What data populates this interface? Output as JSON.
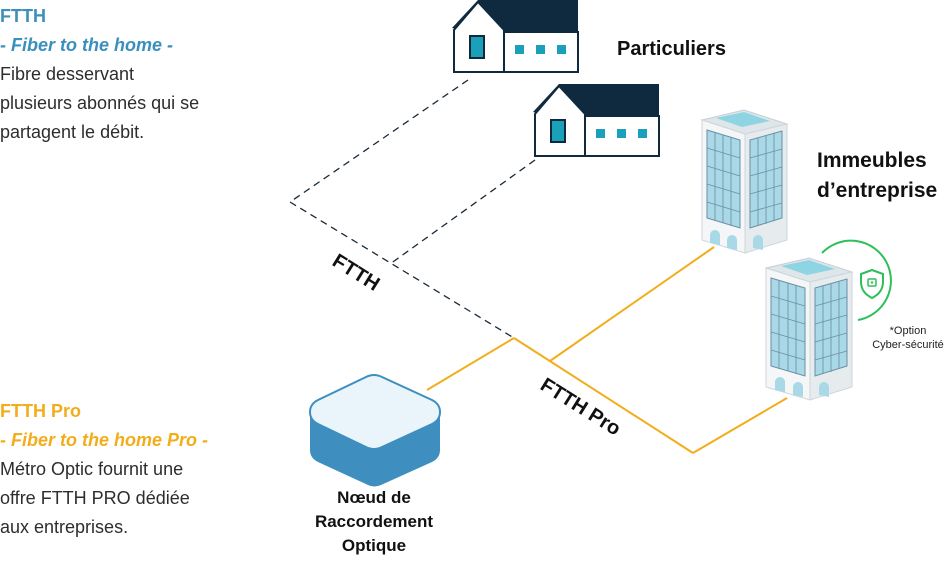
{
  "legend": {
    "ftth": {
      "title": "FTTH",
      "subtitle": "- Fiber to the home -",
      "lines": [
        "Fibre desservant",
        "plusieurs abonnés qui se",
        "partagent le débit."
      ]
    },
    "ftth_pro": {
      "title": "FTTH Pro",
      "subtitle": "- Fiber to the home Pro -",
      "lines": [
        "Métro Optic fournit une",
        "offre FTTH PRO dédiée",
        "aux entreprises."
      ]
    }
  },
  "labels": {
    "particuliers": "Particuliers",
    "immeubles_1": "Immeubles",
    "immeubles_2": "d’entreprise",
    "noeud_1": "Nœud de",
    "noeud_2": "Raccordement",
    "noeud_3": "Optique",
    "option_1": "*Option",
    "option_2": "Cyber-sécurité",
    "ftth_line": "FTTH",
    "ftth_pro_line": "FTTH Pro"
  },
  "colors": {
    "ftth_blue": "#3a8fbd",
    "pro_orange": "#f2ad1b",
    "roof": "#0f2a3f",
    "window": "#1aa0b8",
    "node_blue": "#3e8fbf",
    "shield_green": "#2ebf5a"
  }
}
